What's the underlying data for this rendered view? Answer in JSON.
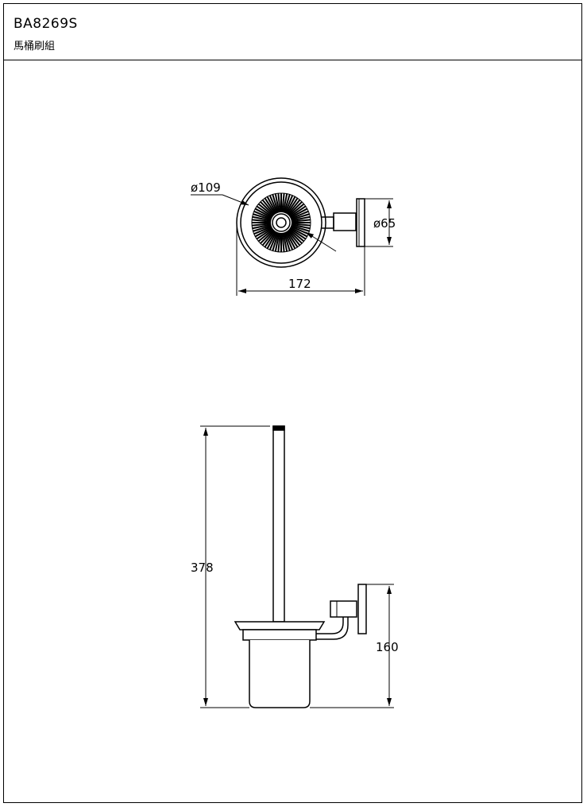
{
  "title_block": {
    "model_number": "BA8269S",
    "product_name": "馬桶刷組"
  },
  "top_view": {
    "dimensions": {
      "brush_diameter": "ø109",
      "flange_diameter": "ø65",
      "overall_depth": "172"
    }
  },
  "front_view": {
    "dimensions": {
      "overall_height": "378",
      "mount_height": "160"
    }
  }
}
